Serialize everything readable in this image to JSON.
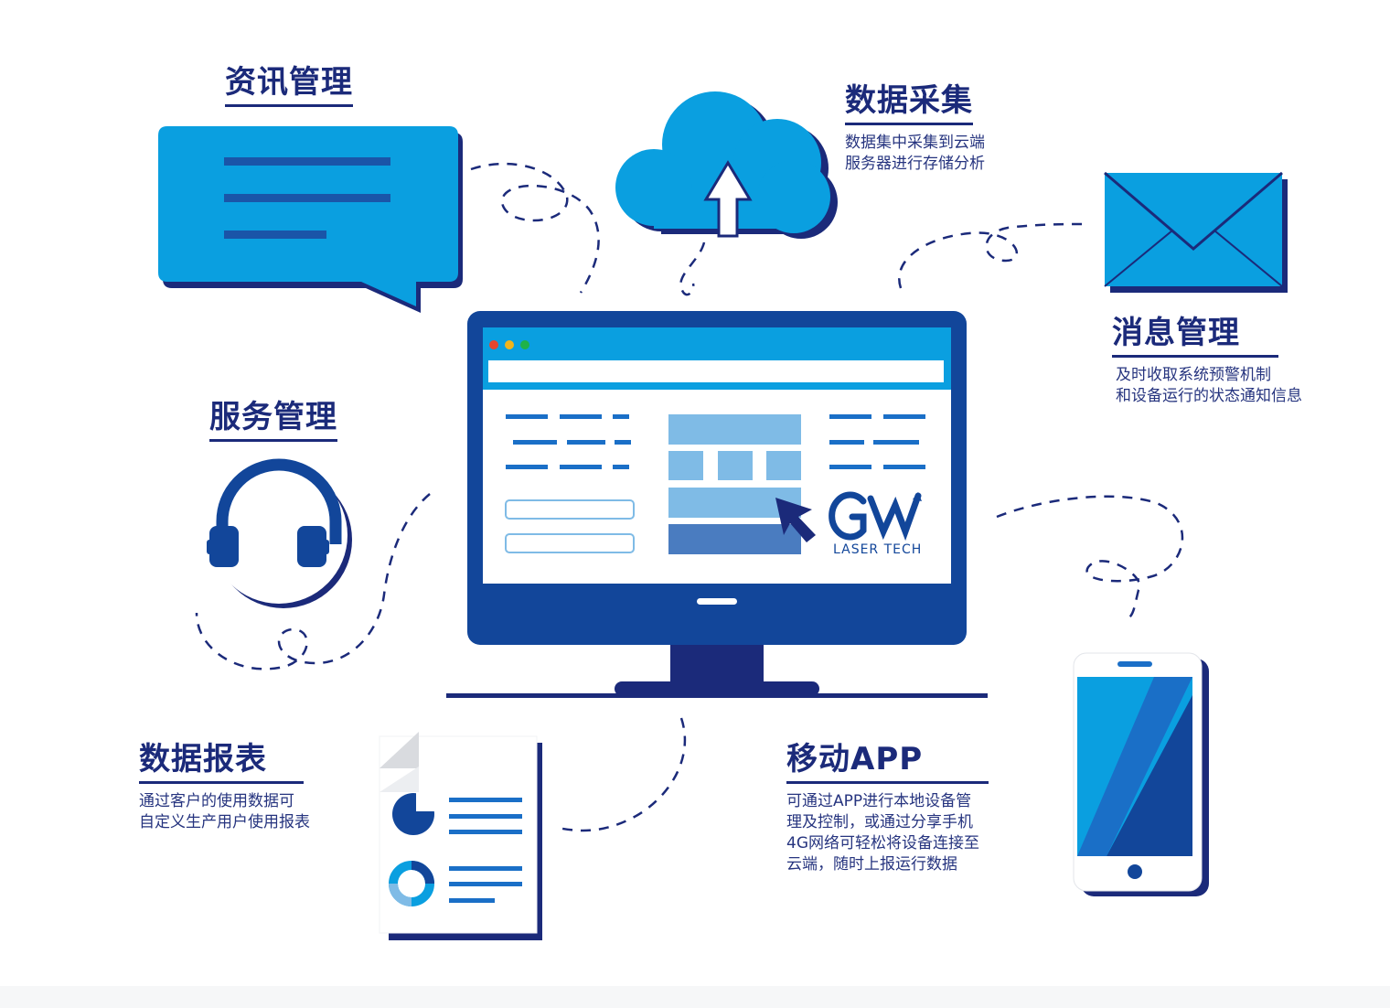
{
  "colors": {
    "navy": "#1b2a7a",
    "primary_blue": "#0a9fe0",
    "dark_blue": "#12469a",
    "light_blue": "#7fbbe6",
    "accent_green": "#1fb24a",
    "accent_yellow": "#f2b41b",
    "accent_red": "#e8452e"
  },
  "nodes": {
    "info_management": {
      "title": "资讯管理",
      "icon": "chat-bubble-icon"
    },
    "data_collection": {
      "title": "数据采集",
      "icon": "cloud-upload-icon",
      "desc": [
        "数据集中采集到云端",
        "服务器进行存储分析"
      ]
    },
    "message_management": {
      "title": "消息管理",
      "icon": "envelope-icon",
      "desc": [
        "及时收取系统预警机制",
        "和设备运行的状态通知信息"
      ]
    },
    "service_management": {
      "title": "服务管理",
      "icon": "headset-icon"
    },
    "data_reports": {
      "title": "数据报表",
      "icon": "report-document-icon",
      "desc": [
        "通过客户的使用数据可",
        "自定义生产用户使用报表"
      ]
    },
    "mobile_app": {
      "title": "移动APP",
      "icon": "smartphone-icon",
      "desc": [
        "可通过APP进行本地设备管",
        "理及控制，或通过分享手机",
        "4G网络可轻松将设备连接至",
        "云端，随时上报运行数据"
      ]
    }
  },
  "center": {
    "icon": "monitor-icon",
    "logo_mark": "GW",
    "logo_subtitle": "LASER TECH"
  }
}
